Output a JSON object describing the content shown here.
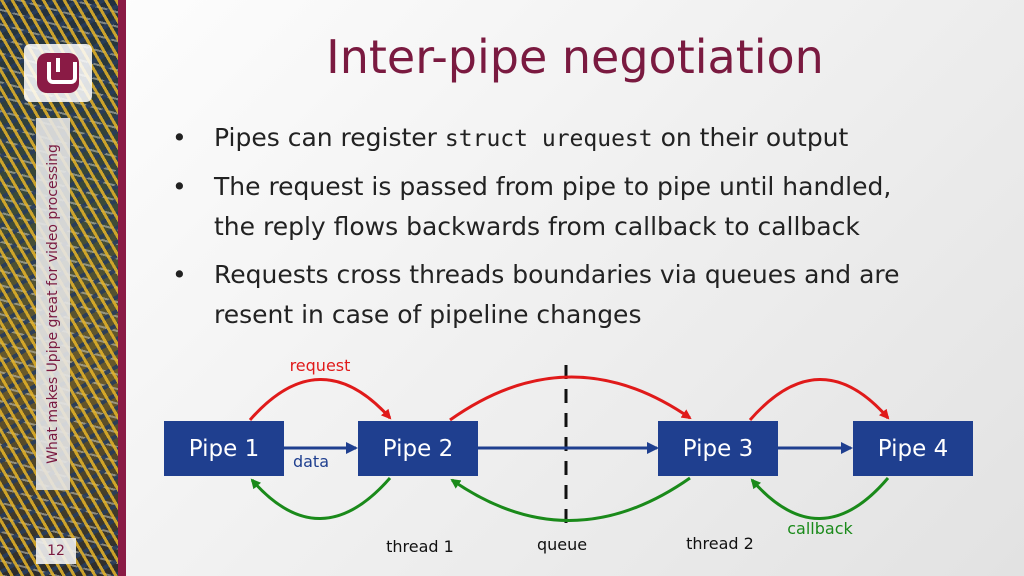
{
  "title": "Inter-pipe negotiation",
  "side_title": "What makes Upipe great for video processing",
  "page_number": "12",
  "bullets": [
    {
      "before": "Pipes can register ",
      "code": "struct urequest",
      "after": " on their output"
    },
    {
      "line1": "The request is passed from pipe to pipe until handled,",
      "line2": "the reply flows backwards from callback to callback"
    },
    {
      "line1": "Requests cross threads boundaries via queues and are",
      "line2": "resent in case of pipeline changes"
    }
  ],
  "diagram": {
    "pipes": [
      "Pipe 1",
      "Pipe 2",
      "Pipe 3",
      "Pipe 4"
    ],
    "labels": {
      "request": "request",
      "data": "data",
      "callback": "callback",
      "thread1": "thread 1",
      "queue": "queue",
      "thread2": "thread 2"
    },
    "colors": {
      "pipe_box": "#1f3f8f",
      "data_arrow": "#1f3f8f",
      "request_arrow": "#e01a1a",
      "callback_arrow": "#1a8a1a",
      "request_label": "#e01a1a",
      "data_label": "#1f3f8f",
      "callback_label": "#1a8a1a",
      "queue_line": "#111111"
    }
  }
}
